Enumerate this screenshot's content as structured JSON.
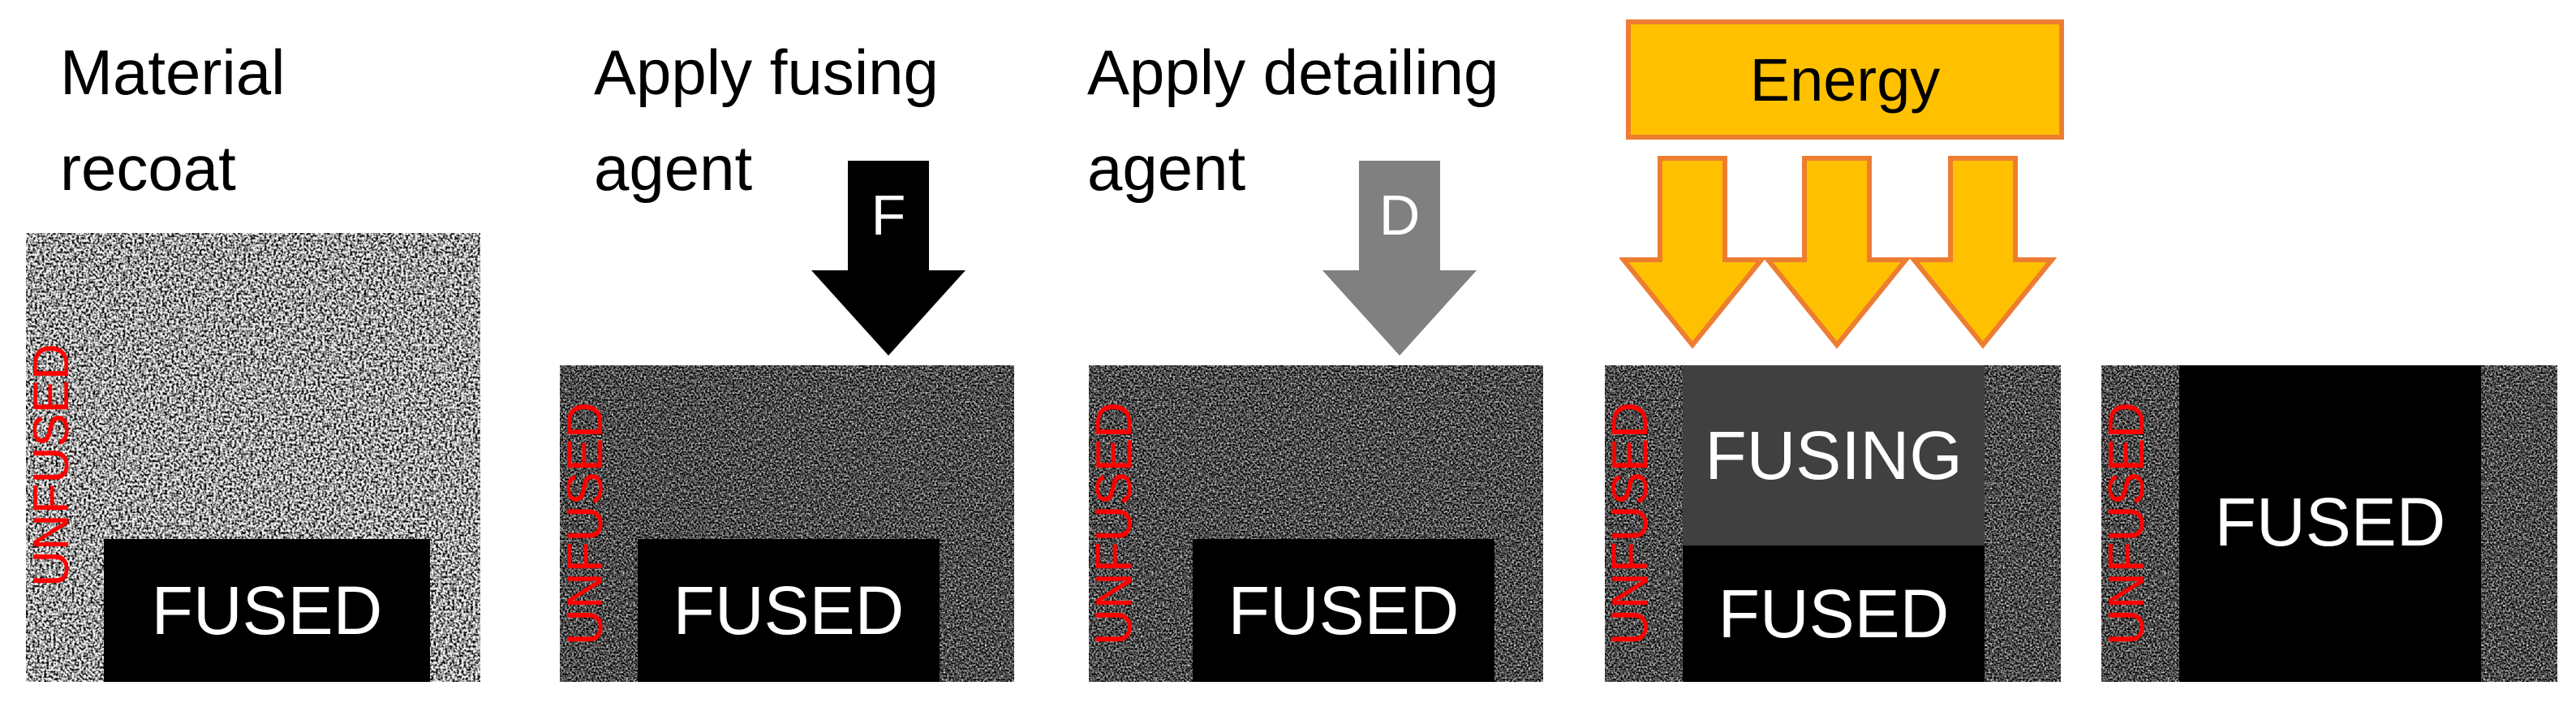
{
  "steps": [
    {
      "label_line1": "Material",
      "label_line2": "recoat"
    },
    {
      "label_line1": "Apply fusing",
      "label_line2": "agent"
    },
    {
      "label_line1": "Apply detailing",
      "label_line2": "agent"
    }
  ],
  "arrows": {
    "fusing_agent_letter": "F",
    "detailing_agent_letter": "D"
  },
  "energy": {
    "label": "Energy"
  },
  "regions": {
    "unfused": "UNFUSED",
    "fused": "FUSED",
    "fusing": "FUSING"
  },
  "colors": {
    "unfused_text": "#ff0000",
    "fused_fill": "#000000",
    "fusing_fill": "#404040",
    "detailing_arrow": "#808080",
    "fusing_arrow": "#000000",
    "energy_fill": "#ffc000",
    "energy_outline": "#ed7d31"
  }
}
